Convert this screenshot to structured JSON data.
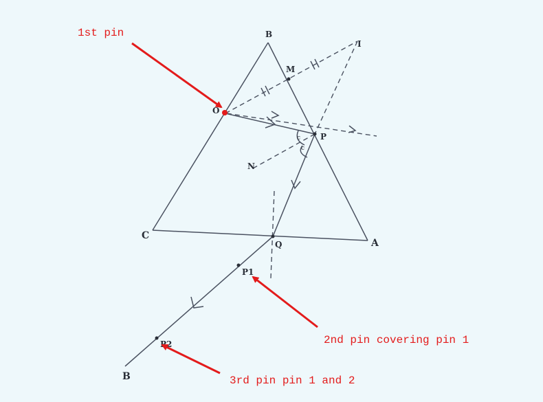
{
  "annotations": {
    "pin1": "1st pin",
    "pin2": "2nd pin covering pin 1",
    "pin3": "3rd pin pin 1 and 2"
  },
  "labels": {
    "top_vertex": "B",
    "left_vertex": "C",
    "right_vertex": "A",
    "object": "O",
    "midpoint": "M",
    "image": "I",
    "reflection_point": "P",
    "normal": "N",
    "exit_point": "Q",
    "pin2_point": "P1",
    "pin3_point": "P2",
    "ray_end": "B",
    "angle_c1": "c",
    "angle_c2": "c"
  },
  "colors": {
    "background": "#eef8fb",
    "ink": "#4a5160",
    "annotation": "#e31b1b"
  }
}
